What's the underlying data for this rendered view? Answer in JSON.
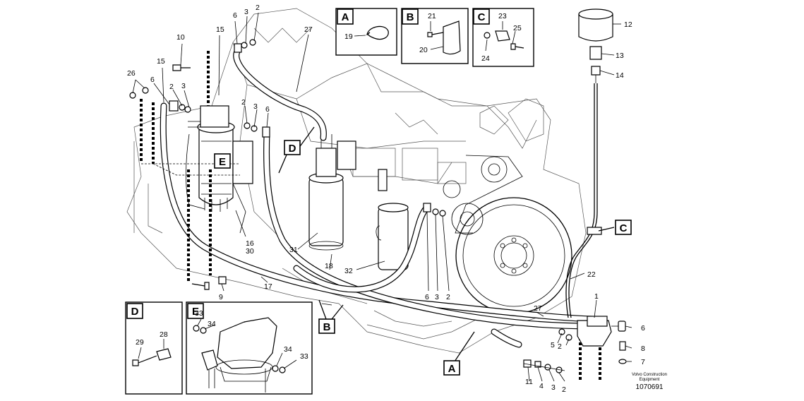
{
  "figure": {
    "footer_line1": "Volvo Construction",
    "footer_line2": "Equipment",
    "drawing_number": "1070691"
  },
  "detail_boxes": [
    {
      "letter": "A",
      "refs": [
        "19"
      ]
    },
    {
      "letter": "B",
      "refs": [
        "21",
        "20"
      ]
    },
    {
      "letter": "C",
      "refs": [
        "23",
        "25",
        "24"
      ]
    },
    {
      "letter": "D",
      "refs": [
        "29",
        "28"
      ]
    },
    {
      "letter": "E",
      "refs": [
        "33",
        "34",
        "34",
        "33"
      ]
    }
  ],
  "callout_letters": {
    "E": "E",
    "D": "D",
    "B": "B",
    "A": "A",
    "C": "C"
  },
  "part_numbers": [
    "26",
    "10",
    "15",
    "15",
    "6",
    "3",
    "2",
    "6",
    "3",
    "2",
    "27",
    "2",
    "3",
    "6",
    "16",
    "30",
    "31",
    "18",
    "32",
    "17",
    "9",
    "6",
    "3",
    "2",
    "27",
    "1",
    "5",
    "2",
    "6",
    "8",
    "7",
    "11",
    "4",
    "3",
    "2",
    "12",
    "13",
    "14",
    "22"
  ]
}
